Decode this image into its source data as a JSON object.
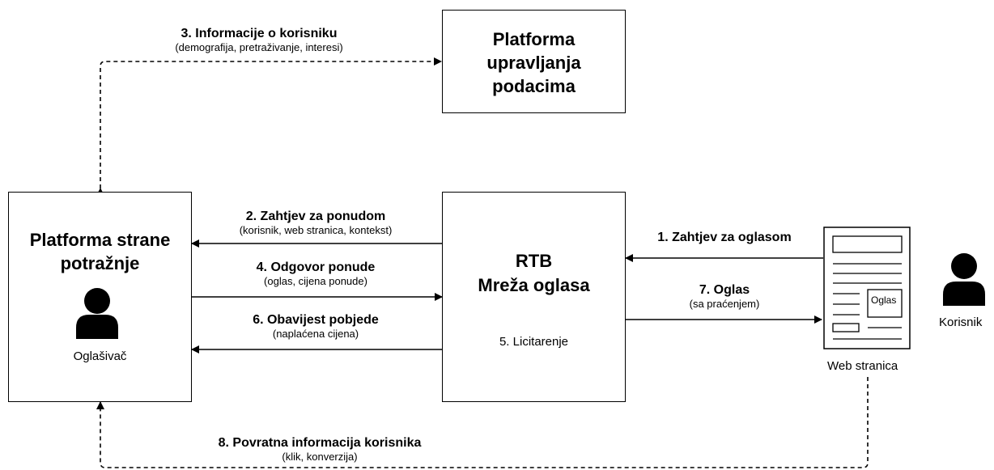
{
  "nodes": {
    "dmp": {
      "title": "Platforma upravljanja podacima"
    },
    "dsp": {
      "title": "Platforma strane potražnje",
      "role": "Oglašivač"
    },
    "rtb": {
      "title_line1": "RTB",
      "title_line2": "Mreža oglasa",
      "step": "5. Licitarenje"
    },
    "website": {
      "caption": "Web stranica",
      "ad_label": "Oglas"
    },
    "user": {
      "caption": "Korisnik"
    }
  },
  "edges": {
    "e1": {
      "title": "1. Zahtjev za oglasom",
      "detail": ""
    },
    "e2": {
      "title": "2. Zahtjev za ponudom",
      "detail": "(korisnik, web stranica, kontekst)"
    },
    "e3": {
      "title": "3. Informacije o korisniku",
      "detail": "(demografija, pretraživanje, interesi)"
    },
    "e4": {
      "title": "4. Odgovor ponude",
      "detail": "(oglas, cijena ponude)"
    },
    "e6": {
      "title": "6. Obavijest pobjede",
      "detail": "(naplaćena cijena)"
    },
    "e7": {
      "title": "7. Oglas",
      "detail": "(sa praćenjem)"
    },
    "e8": {
      "title": "8. Povratna informacija korisnika",
      "detail": "(klik, konverzija)"
    }
  },
  "icons": {
    "advertiser": "person-icon",
    "user": "person-icon",
    "webpage": "document-icon"
  }
}
